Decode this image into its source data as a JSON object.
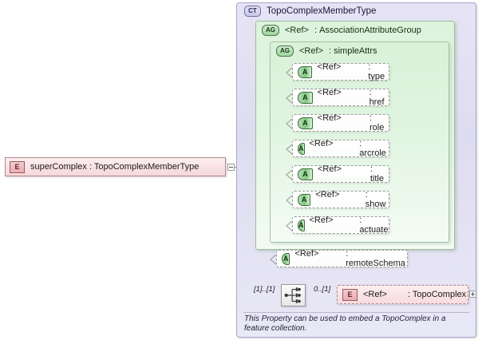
{
  "diagram": {
    "type": "xsd-schema-diagram",
    "background": "#ffffff"
  },
  "source_element": {
    "badge": "E",
    "label": "superComplex : TopoComplexMemberType",
    "toggle": "collapse-minus"
  },
  "complex_type": {
    "badge": "CT",
    "title": "TopoComplexMemberType",
    "color": "#dedcf0"
  },
  "groups": [
    {
      "badge": "AG",
      "ref": "<Ref>",
      "separator": ":",
      "name": "AssociationAttributeGroup",
      "color": "#e3f6e3"
    },
    {
      "badge": "AG",
      "ref": "<Ref>",
      "separator": ":",
      "name": "simpleAttrs",
      "color": "#e1f5e1"
    }
  ],
  "attributes": [
    {
      "badge": "A",
      "ref": "<Ref>",
      "name": ": type"
    },
    {
      "badge": "A",
      "ref": "<Ref>",
      "name": ": href"
    },
    {
      "badge": "A",
      "ref": "<Ref>",
      "name": ": role"
    },
    {
      "badge": "A",
      "ref": "<Ref>",
      "name": ": arcrole"
    },
    {
      "badge": "A",
      "ref": "<Ref>",
      "name": ": title"
    },
    {
      "badge": "A",
      "ref": "<Ref>",
      "name": ": show"
    },
    {
      "badge": "A",
      "ref": "<Ref>",
      "name": ": actuate"
    }
  ],
  "outer_attribute": {
    "badge": "A",
    "ref": "<Ref>",
    "name": ": remoteSchema"
  },
  "sequence": {
    "icon": "sequence-icon",
    "cardinality_left": "[1]..[1]",
    "cardinality_right": "0..[1]"
  },
  "child_element": {
    "badge": "E",
    "ref": "<Ref>",
    "name": ": TopoComplex",
    "toggle": "expand-plus"
  },
  "annotation": {
    "text": "This Property can be used to embed a TopoComplex in a feature collection."
  },
  "colors": {
    "element_pink": "#f9e2e4",
    "element_border": "#b08b90",
    "complextype_lavender": "#dedcf0",
    "complextype_border": "#a9a6c8",
    "group_green": "#e3f6e3",
    "group_border": "#9cbf9c",
    "line": "#8a8a8a"
  }
}
